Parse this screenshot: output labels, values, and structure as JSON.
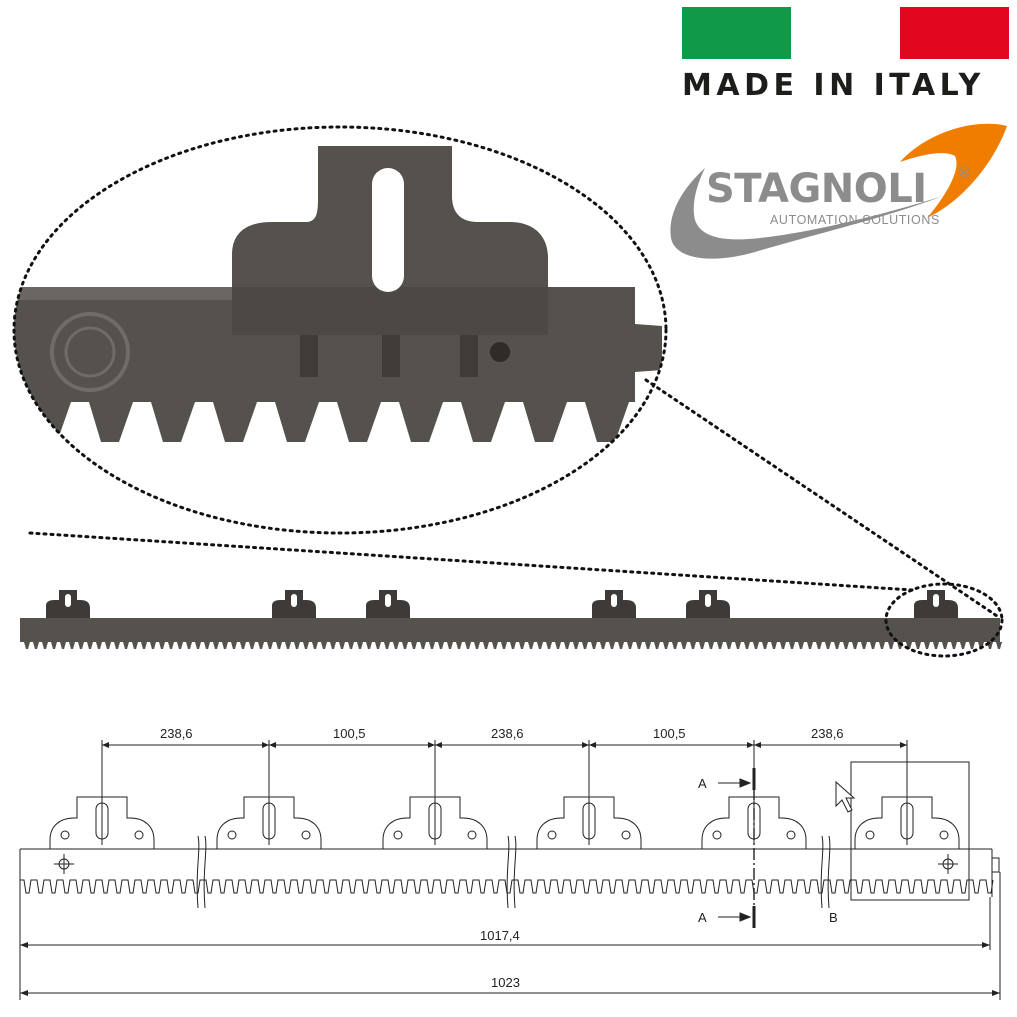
{
  "badge": {
    "flag_colors": [
      "#0e9a47",
      "#ffffff",
      "#e3061f"
    ],
    "made_text": "MADE IN ITALY"
  },
  "logo": {
    "brand": "STAGNOLI",
    "registered": "®",
    "tagline": "AUTOMATION SOLUTIONS",
    "swoosh_orange": "#ef7d00",
    "swoosh_gray": "#8c8c8c"
  },
  "photo": {
    "rack_color": "#55514d",
    "dotted_callout": true
  },
  "drawing": {
    "spacings": [
      "238,6",
      "100,5",
      "238,6",
      "100,5",
      "238,6"
    ],
    "section_label": "A",
    "detail_label": "B",
    "overall_inner": "1017,4",
    "overall_outer": "1023"
  }
}
